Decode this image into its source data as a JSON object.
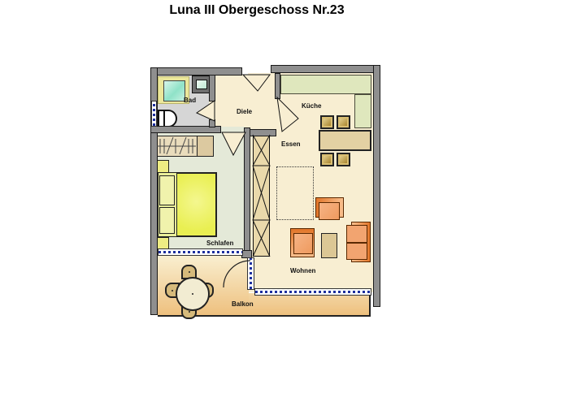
{
  "title": "Luna III Obergeschoss Nr.23",
  "rooms": {
    "bad": "Bad",
    "diele": "Diele",
    "kueche": "Küche",
    "essen": "Essen",
    "schlafen": "Schlafen",
    "wohnen": "Wohnen",
    "balkon": "Balkon"
  },
  "colors": {
    "wall": "#8f8f8f",
    "wall_outline": "#1a1a1a",
    "floor_cream": "#f8eed2",
    "floor_bad": "#d6d6d6",
    "floor_schlafen": "#e4e9d8",
    "kitchen_counter": "#dfe7bd",
    "balcony_top": "#f9efd0",
    "balcony_bottom": "#eec07e",
    "bed_yellow": "#e9ef52",
    "window_blue": "#1c2f9e",
    "wood_tan": "#e3d1a3",
    "sofa_orange": "#f2a470"
  }
}
